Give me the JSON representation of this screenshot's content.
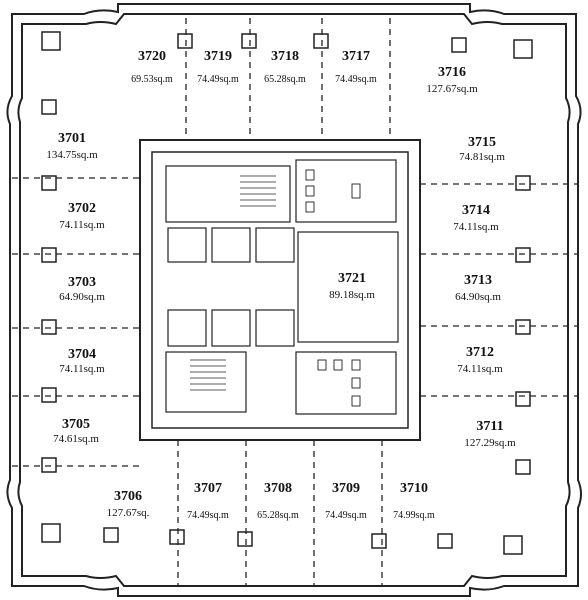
{
  "units": [
    {
      "id": "3720",
      "area": "69.53sq.m"
    },
    {
      "id": "3719",
      "area": "74.49sq.m"
    },
    {
      "id": "3718",
      "area": "65.28sq.m"
    },
    {
      "id": "3717",
      "area": "74.49sq.m"
    },
    {
      "id": "3716",
      "area": "127.67sq.m"
    },
    {
      "id": "3715",
      "area": "74.81sq.m"
    },
    {
      "id": "3714",
      "area": "74.11sq.m"
    },
    {
      "id": "3713",
      "area": "64.90sq.m"
    },
    {
      "id": "3712",
      "area": "74.11sq.m"
    },
    {
      "id": "3711",
      "area": "127.29sq.m"
    },
    {
      "id": "3710",
      "area": "74.99sq.m"
    },
    {
      "id": "3709",
      "area": "74.49sq.m"
    },
    {
      "id": "3708",
      "area": "65.28sq.m"
    },
    {
      "id": "3707",
      "area": "74.49sq.m"
    },
    {
      "id": "3706",
      "area": "127.67sq."
    },
    {
      "id": "3705",
      "area": "74.61sq.m"
    },
    {
      "id": "3704",
      "area": "74.11sq.m"
    },
    {
      "id": "3703",
      "area": "64.90sq.m"
    },
    {
      "id": "3702",
      "area": "74.11sq.m"
    },
    {
      "id": "3701",
      "area": "134.75sq.m"
    },
    {
      "id": "3721",
      "area": "89.18sq.m"
    }
  ]
}
